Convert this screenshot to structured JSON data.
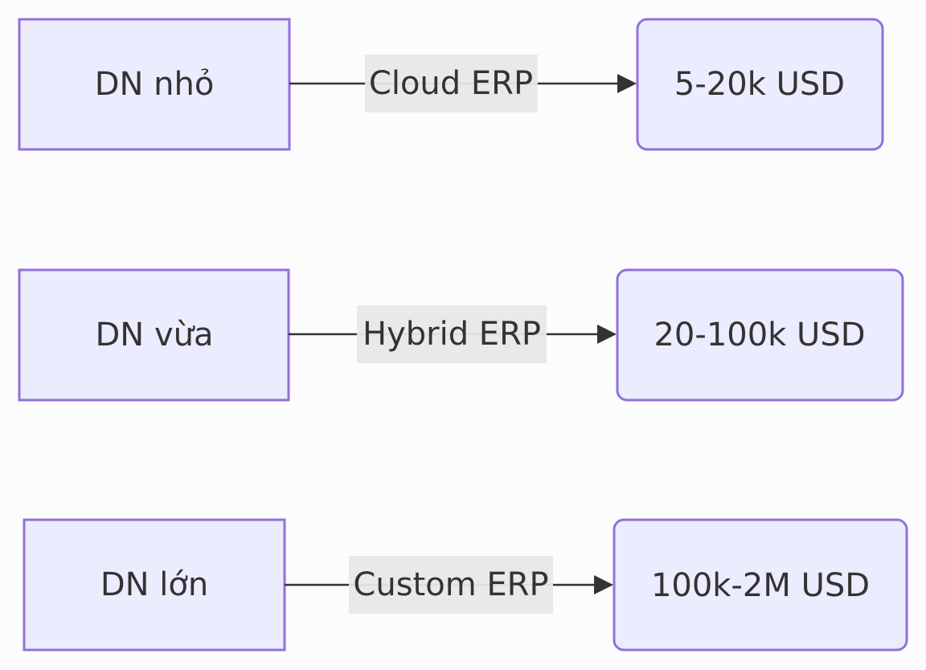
{
  "diagram": {
    "rows": [
      {
        "source": "DN nhỏ",
        "edge_label": "Cloud ERP",
        "target": "5-20k USD"
      },
      {
        "source": "DN vừa",
        "edge_label": "Hybrid ERP",
        "target": "20-100k USD"
      },
      {
        "source": "DN lớn",
        "edge_label": "Custom ERP",
        "target": "100k-2M USD"
      }
    ]
  },
  "colors": {
    "node_fill": "#ececff",
    "node_stroke": "#9370db",
    "edge": "#333333",
    "label_background": "#e8e8e8",
    "text": "#333333",
    "background": "#fdfcfd"
  }
}
